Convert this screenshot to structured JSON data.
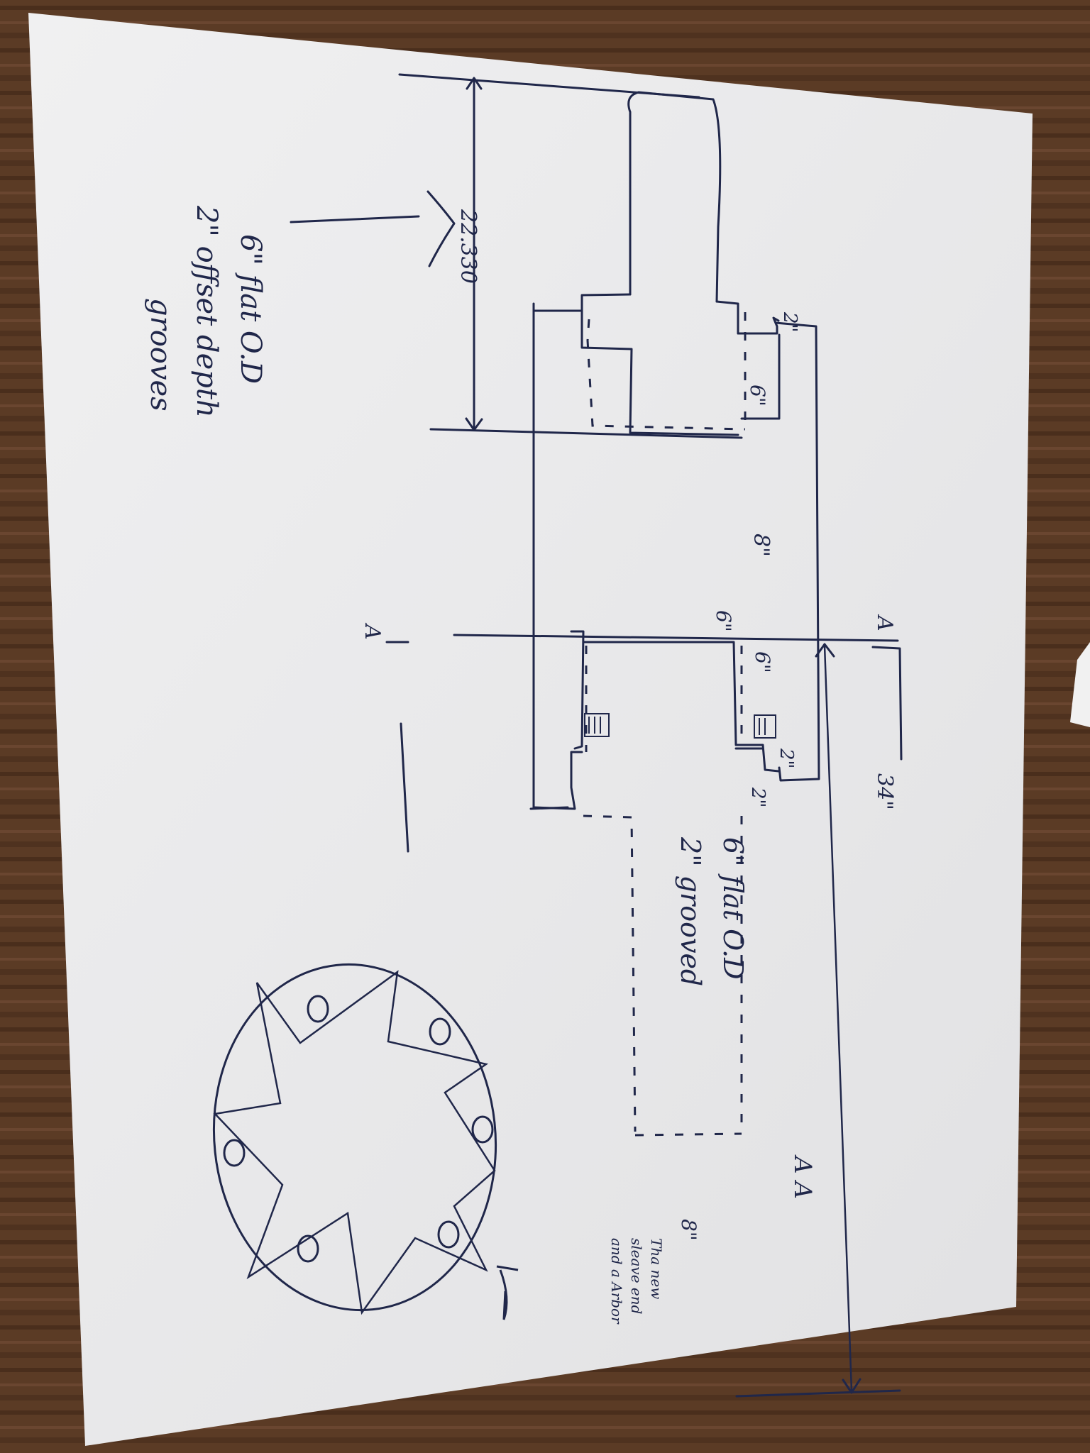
{
  "photo": {
    "description": "Photo of a hand-drawn technical sketch on white paper lying rotated on a wooden table",
    "colors": {
      "table": "#5a3a24",
      "paper": "#ededee",
      "ink": "#20274a"
    }
  },
  "annotations": {
    "dim_overall_length": "34\"",
    "dim_offset": "22.330",
    "dim_body": "8\"",
    "dim_bottom": "8\"",
    "dim_step_top": "6\"",
    "dim_step_mid": "6\"",
    "dim_step_mid2": "6\"",
    "dim_groove_a": "2\"",
    "dim_groove_b": "2\"",
    "dim_groove_c": "2\"",
    "section_mark_top": "A",
    "section_mark_left": "A",
    "section_label": "A A",
    "note_left_line1": "6\" flat O.D",
    "note_left_line2": "2\" offset depth",
    "note_left_line3": "grooves",
    "note_right_line1": "6\" flat O.D",
    "note_right_line2": "2\" grooved",
    "note_side_line1": "Tha new",
    "note_side_line2": "sleave end",
    "note_side_line3": "and a Arbor"
  }
}
